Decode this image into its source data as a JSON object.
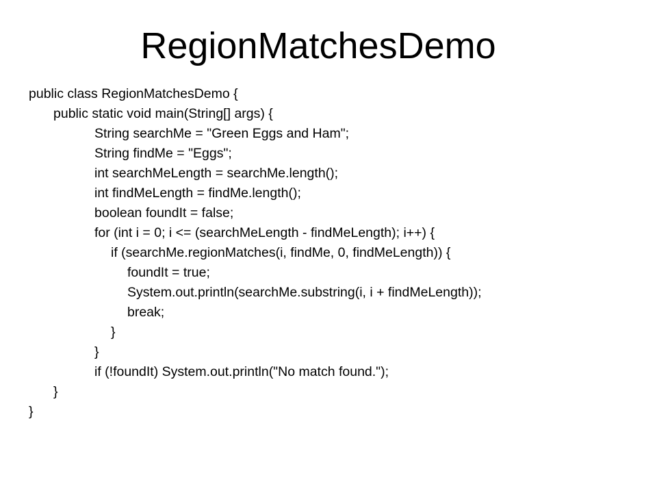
{
  "slide": {
    "title": "RegionMatchesDemo",
    "code_lines": [
      "public class RegionMatchesDemo {",
      "public static void main(String[] args) {",
      "String searchMe = \"Green Eggs and Ham\";",
      "String findMe = \"Eggs\";",
      "int searchMeLength = searchMe.length();",
      "int findMeLength = findMe.length();",
      "boolean foundIt = false;",
      "for (int i = 0; i <= (searchMeLength - findMeLength); i++) {",
      "if (searchMe.regionMatches(i, findMe, 0, findMeLength)) {",
      "foundIt = true;",
      "System.out.println(searchMe.substring(i, i + findMeLength));",
      "break;",
      "}",
      "}",
      "if (!foundIt) System.out.println(\"No match found.\");",
      "}",
      "}"
    ]
  },
  "colors": {
    "background": "#ffffff",
    "text": "#000000"
  }
}
